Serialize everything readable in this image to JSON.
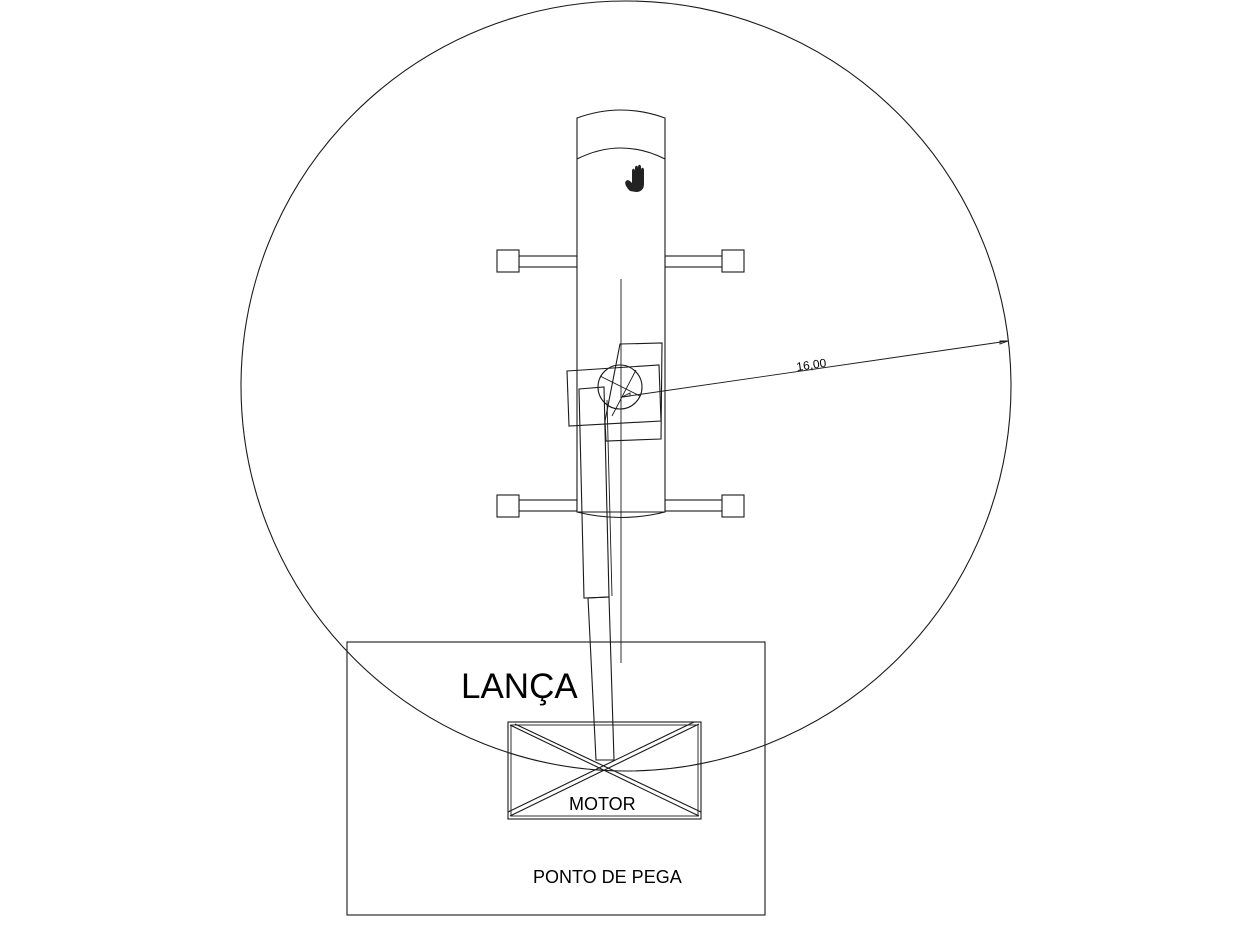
{
  "labels": {
    "boom": "LANÇA",
    "motor": "MOTOR",
    "pickup_point": "PONTO DE PEGA",
    "radius_dimension": "16,00"
  },
  "icons": {
    "operator_station": "hand-icon"
  }
}
